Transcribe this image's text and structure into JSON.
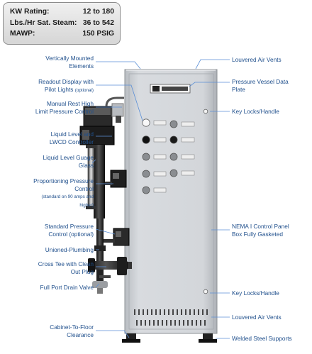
{
  "specs": [
    {
      "label": "KW Rating:",
      "value": "12 to 180"
    },
    {
      "label": "Lbs./Hr Sat. Steam:",
      "value": "36 to 542"
    },
    {
      "label": "MAWP:",
      "value": "150 PSIG"
    }
  ],
  "callouts_left": [
    {
      "line1": "Vertically Mounted",
      "line2": "Elements"
    },
    {
      "line1": "Readout Display with",
      "line2": "Pilot Lights",
      "note": "(optional)"
    },
    {
      "line1": "Manual Rest High",
      "line2": "Limit Pressure Control"
    },
    {
      "line1": "Liquid Level and",
      "line2": "LWCD Controller"
    },
    {
      "line1": "Liquid Level Guage",
      "line2": "Glass"
    },
    {
      "line1": "Proportioning Pressure",
      "line2": "Control",
      "note1": "(standard on 90 amps and",
      "note2": "higher)"
    },
    {
      "line1": "Standard Pressure",
      "line2": "Control (optional)"
    },
    {
      "line1": "Unioned-Plumbing"
    },
    {
      "line1": "Cross Tee with Clean",
      "line2": "Out Plug"
    },
    {
      "line1": "Full Port Drain Valve"
    },
    {
      "line1": "Cabinet-To-Floor",
      "line2": "Clearance"
    }
  ],
  "callouts_right": [
    {
      "line1": "Louvered Air Vents"
    },
    {
      "line1": "Pressure Vessel Data",
      "line2": "Plate"
    },
    {
      "line1": "Key Locks/Handle"
    },
    {
      "line1": "NEMA I Control Panel",
      "line2": "Box Fully Gasketed"
    },
    {
      "line1": "Key Locks/Handle"
    },
    {
      "line1": "Louvered Air Vents"
    },
    {
      "line1": "Welded Steel Supports"
    }
  ],
  "colors": {
    "label": "#1f4f8c",
    "leader": "#5b8fd6",
    "cabinet": "#cfd2d6"
  }
}
